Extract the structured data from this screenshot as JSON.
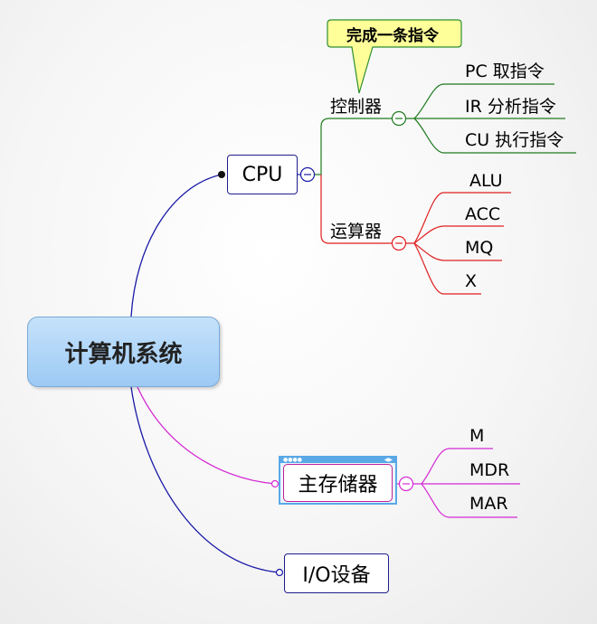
{
  "root": {
    "label": "计算机系统"
  },
  "cpu": {
    "label": "CPU",
    "controller": {
      "label": "控制器",
      "callout": "完成一条指令",
      "children": [
        "PC 取指令",
        "IR 分析指令",
        "CU 执行指令"
      ]
    },
    "alu_unit": {
      "label": "运算器",
      "children": [
        "ALU",
        "ACC",
        "MQ",
        "X"
      ]
    }
  },
  "memory": {
    "label": "主存储器",
    "children": [
      "M",
      "MDR",
      "MAR"
    ]
  },
  "io": {
    "label": "I/O设备"
  },
  "colors": {
    "cpu_branch": "#1a1aa8",
    "controller_branch": "#1f7a1f",
    "alu_branch": "#e01e1e",
    "memory_branch": "#d42ad4",
    "io_branch": "#1a1aa8",
    "callout_fill": "#ffff99"
  }
}
